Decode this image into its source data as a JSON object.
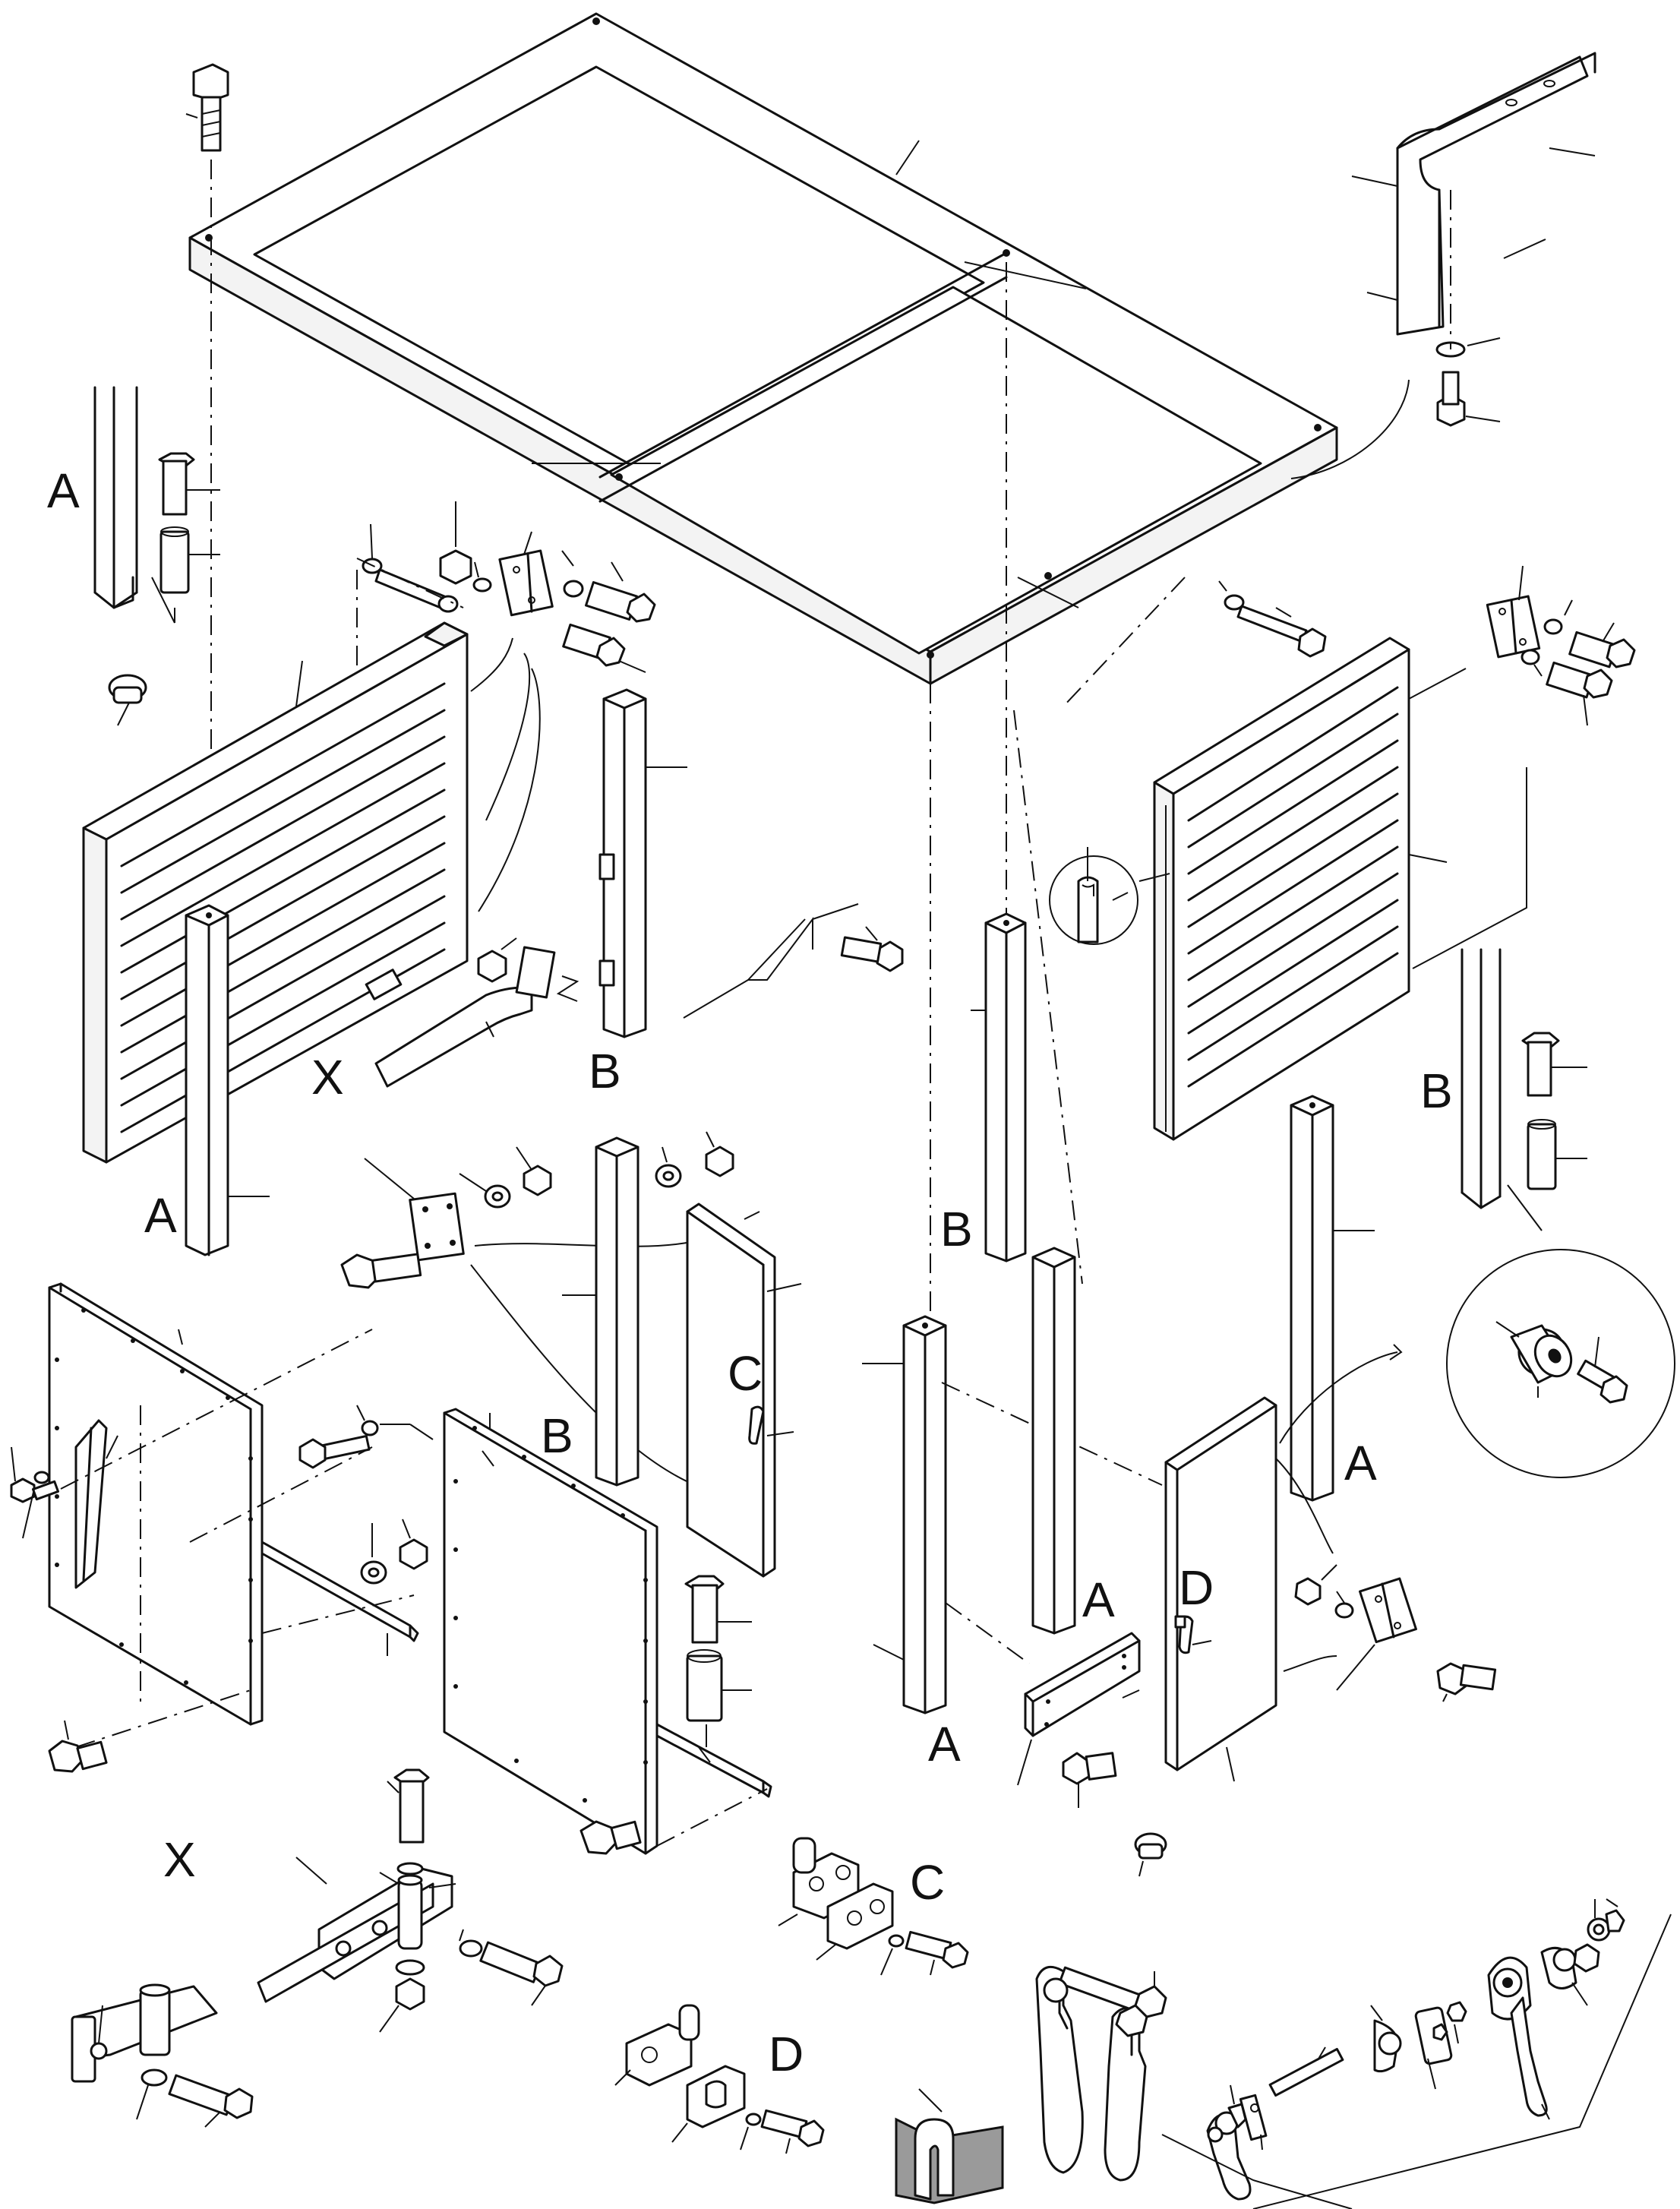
{
  "colors": {
    "ink": "#111111",
    "paper": "#ffffff",
    "seal": "#9a9a9a"
  },
  "labels": {
    "a1": "A",
    "a2": "A",
    "a3": "A",
    "a4": "A",
    "a5": "A",
    "b1": "B",
    "b2": "B",
    "b3": "B",
    "b4": "B",
    "c1": "C",
    "c2": "C",
    "d1": "D",
    "d2": "D",
    "x1": "X",
    "x2": "X"
  }
}
